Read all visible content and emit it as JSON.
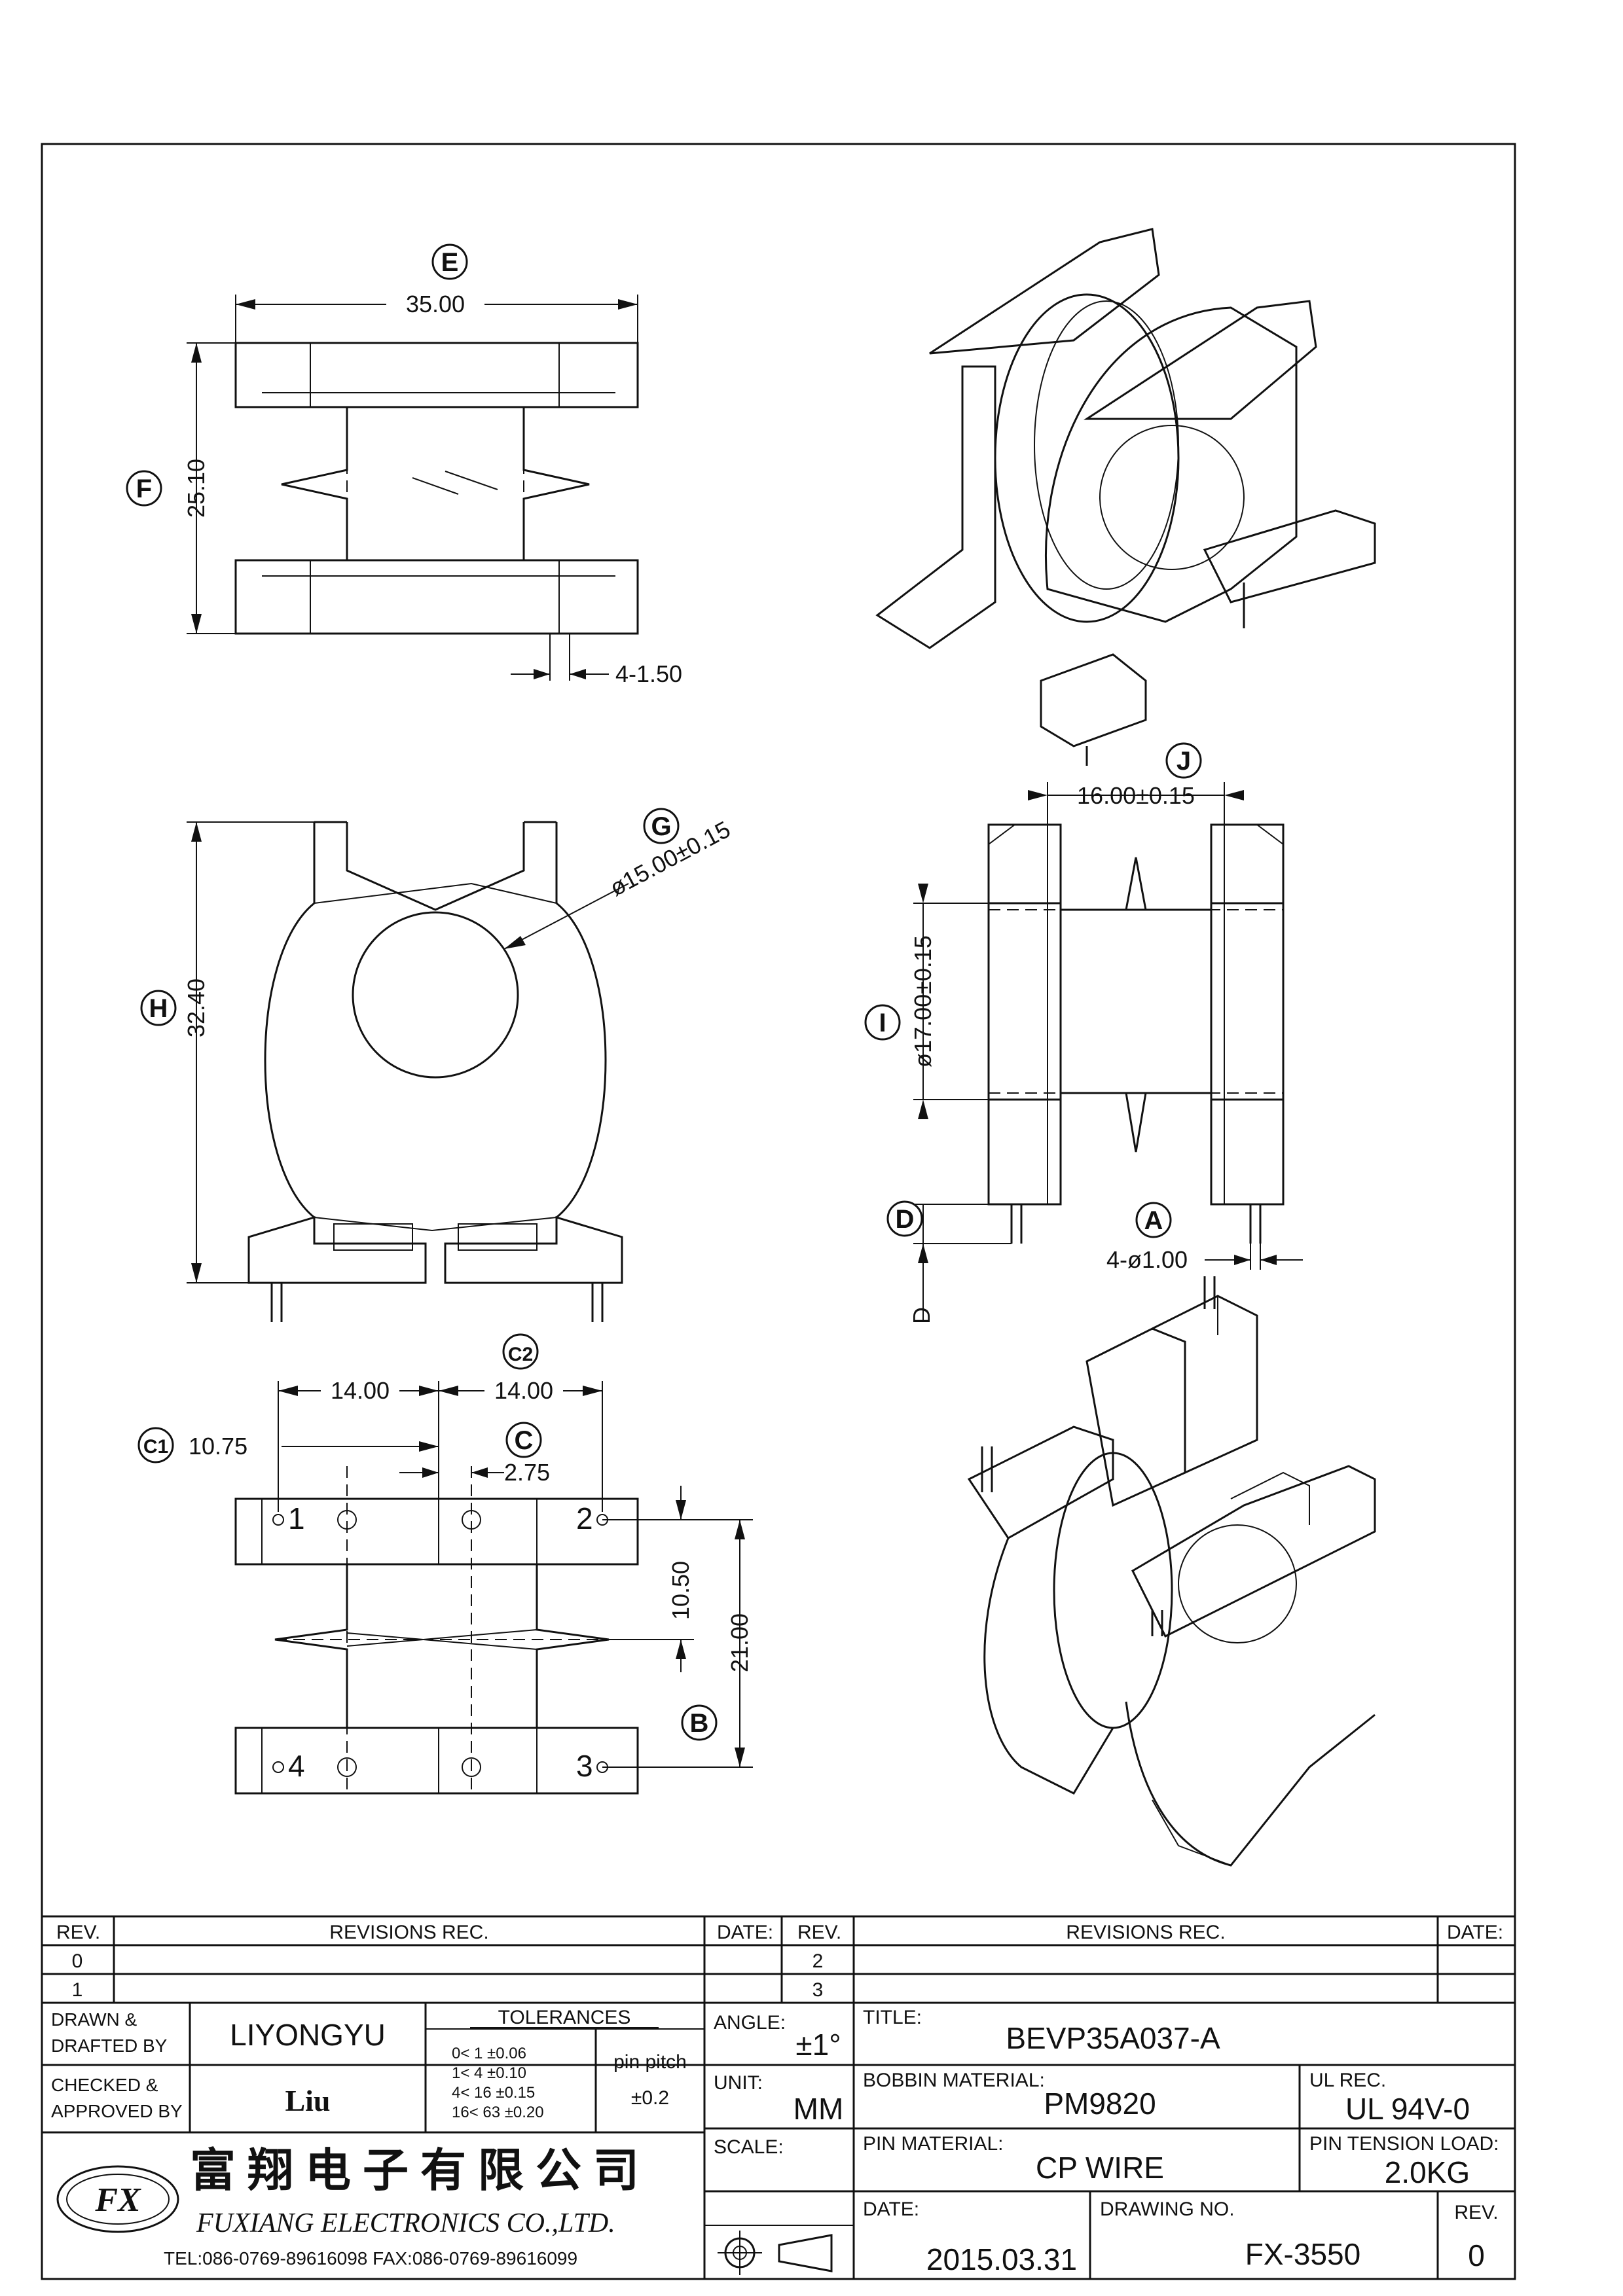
{
  "labels": {
    "E": "E",
    "F": "F",
    "G": "G",
    "H": "H",
    "I": "I",
    "J": "J",
    "A": "A",
    "B": "B",
    "C": "C",
    "C1": "C1",
    "C2": "C2",
    "D": "D"
  },
  "dimensions": {
    "width_e": "35.00",
    "height_f": "25.10",
    "pin_width": "4-1.50",
    "core_dia_g": "ø15.00±0.15",
    "height_h": "32.40",
    "inner_width_j": "16.00±0.15",
    "flange_dia_i": "ø17.00±0.15",
    "pin_dia_a": "4-ø1.00",
    "d_side": "D",
    "pitch_left": "14.00",
    "pitch_right": "14.00",
    "offset_c1": "10.75",
    "offset_c": "2.75",
    "half_row": "10.50",
    "row_span": "21.00"
  },
  "pins": [
    "1",
    "2",
    "3",
    "4"
  ],
  "revisions": {
    "header_rev": "REV.",
    "header_rec": "REVISIONS   REC.",
    "header_date": "DATE:",
    "rows_left": [
      "0",
      "1"
    ],
    "rows_right": [
      "2",
      "3"
    ]
  },
  "title_block": {
    "drawn_label": "DRAWN &\nDRAFTED BY",
    "drawn_by": "LIYONGYU",
    "checked_label": "CHECKED &\nAPPROVED BY",
    "approved_by": "Liu",
    "tolerances_title": "TOLERANCES",
    "tolerance_rows": [
      "0<   1   ±0.06",
      "1<   4   ±0.10",
      "4<  16  ±0.15",
      "16<  63  ±0.20"
    ],
    "pin_pitch_label": "pin pitch",
    "pin_pitch_value": "±0.2",
    "angle_label": "ANGLE:",
    "angle_value": "±1°",
    "unit_label": "UNIT:",
    "unit_value": "MM",
    "scale_label": "SCALE:",
    "title_label": "TITLE:",
    "title_value": "BEVP35A037-A",
    "bobbin_label": "BOBBIN MATERIAL:",
    "bobbin_value": "PM9820",
    "ul_label": "UL REC.",
    "ul_value": "UL  94V-0",
    "pin_material_label": "PIN MATERIAL:",
    "pin_material_value": "CP  WIRE",
    "pin_tension_label": "PIN TENSION LOAD:",
    "pin_tension_value": "2.0KG",
    "date_label": "DATE:",
    "date_value": "2015.03.31",
    "drawing_no_label": "DRAWING NO.",
    "drawing_no_value": "FX-3550",
    "rev_label": "REV.",
    "rev_value": "0",
    "company_cn": "富翔电子有限公司",
    "company_en": "FUXIANG  ELECTRONICS  CO.,LTD.",
    "company_tel": "TEL:086-0769-89616098   FAX:086-0769-89616099",
    "logo_text": "FX"
  }
}
